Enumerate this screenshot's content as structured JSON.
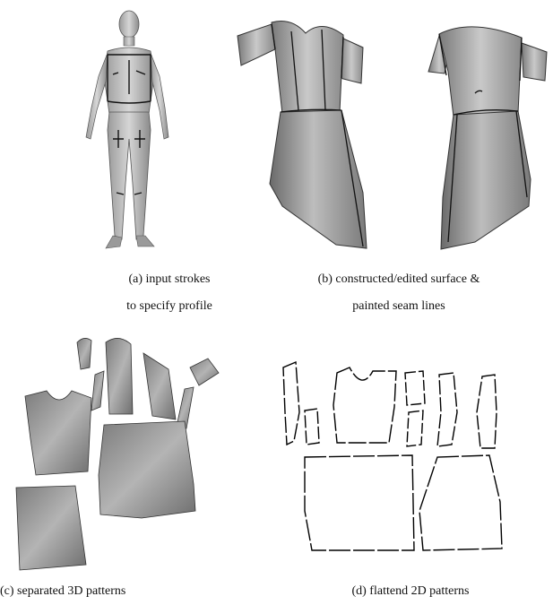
{
  "captions": {
    "a_line1": "(a) input strokes",
    "a_line2": "to specify profile",
    "b_line1": "(b) constructed/edited surface &",
    "b_line2": "painted seam lines",
    "c": "(c) separated 3D patterns",
    "d": "(d) flattend 2D patterns"
  },
  "colors": {
    "surface_light": "#d2d2d2",
    "surface_dark": "#6e6e6e",
    "seam": "#1a1a1a",
    "outline_2d": "#000000"
  }
}
